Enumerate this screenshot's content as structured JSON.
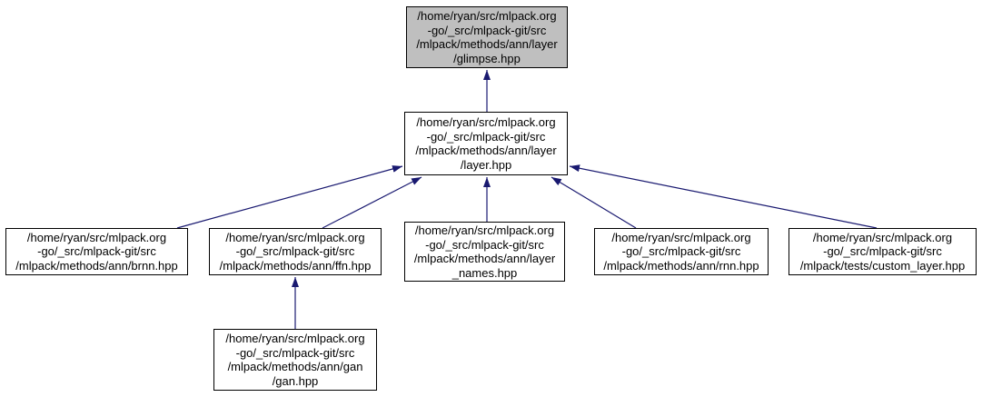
{
  "diagram": {
    "type": "include-dependency-graph",
    "colors": {
      "node_fill": "#ffffff",
      "highlighted_node_fill": "#bfbfbf",
      "node_border": "#000000",
      "edge": "#191970",
      "text": "#000000"
    },
    "nodes": {
      "glimpse": {
        "highlighted": true,
        "lines": [
          "/home/ryan/src/mlpack.org",
          "-go/_src/mlpack-git/src",
          "/mlpack/methods/ann/layer",
          "/glimpse.hpp"
        ]
      },
      "layer": {
        "highlighted": false,
        "lines": [
          "/home/ryan/src/mlpack.org",
          "-go/_src/mlpack-git/src",
          "/mlpack/methods/ann/layer",
          "/layer.hpp"
        ]
      },
      "brnn": {
        "highlighted": false,
        "lines": [
          "/home/ryan/src/mlpack.org",
          "-go/_src/mlpack-git/src",
          "/mlpack/methods/ann/brnn.hpp"
        ]
      },
      "ffn": {
        "highlighted": false,
        "lines": [
          "/home/ryan/src/mlpack.org",
          "-go/_src/mlpack-git/src",
          "/mlpack/methods/ann/ffn.hpp"
        ]
      },
      "layer_names": {
        "highlighted": false,
        "lines": [
          "/home/ryan/src/mlpack.org",
          "-go/_src/mlpack-git/src",
          "/mlpack/methods/ann/layer",
          "_names.hpp"
        ]
      },
      "rnn": {
        "highlighted": false,
        "lines": [
          "/home/ryan/src/mlpack.org",
          "-go/_src/mlpack-git/src",
          "/mlpack/methods/ann/rnn.hpp"
        ]
      },
      "custom_layer": {
        "highlighted": false,
        "lines": [
          "/home/ryan/src/mlpack.org",
          "-go/_src/mlpack-git/src",
          "/mlpack/tests/custom_layer.hpp"
        ]
      },
      "gan": {
        "highlighted": false,
        "lines": [
          "/home/ryan/src/mlpack.org",
          "-go/_src/mlpack-git/src",
          "/mlpack/methods/ann/gan",
          "/gan.hpp"
        ]
      }
    },
    "edges": [
      {
        "from": "layer",
        "to": "glimpse"
      },
      {
        "from": "brnn",
        "to": "layer"
      },
      {
        "from": "ffn",
        "to": "layer"
      },
      {
        "from": "layer_names",
        "to": "layer"
      },
      {
        "from": "rnn",
        "to": "layer"
      },
      {
        "from": "custom_layer",
        "to": "layer"
      },
      {
        "from": "gan",
        "to": "ffn"
      }
    ]
  }
}
